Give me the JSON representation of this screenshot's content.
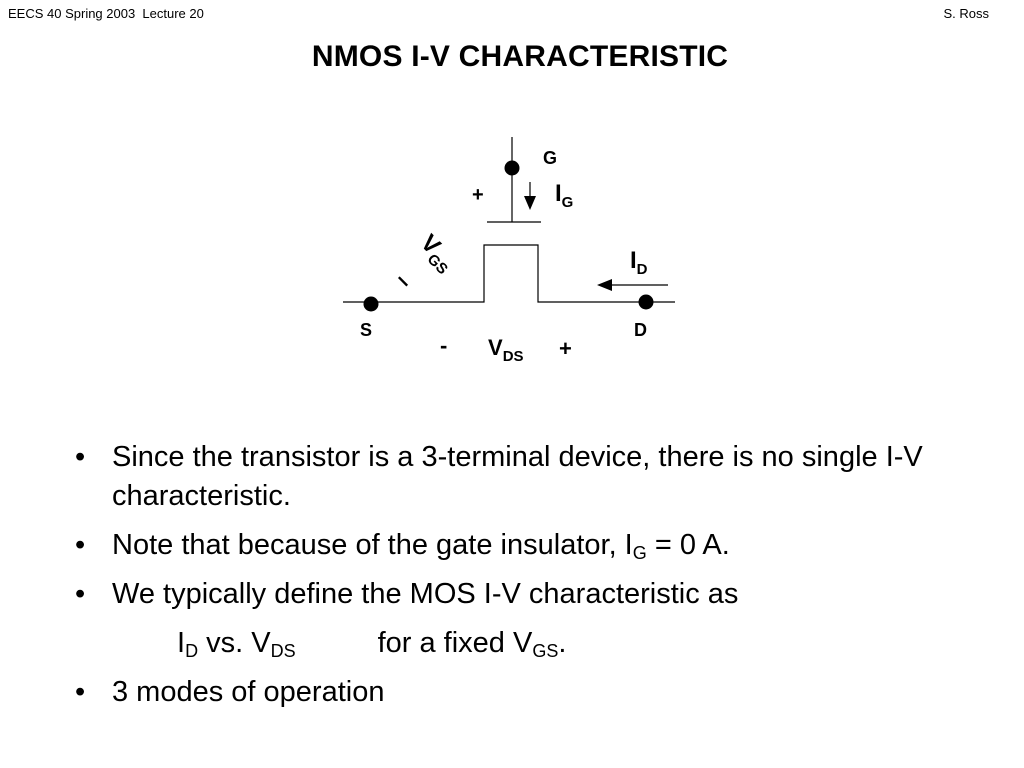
{
  "header": {
    "left": "EECS 40 Spring 2003  Lecture 20",
    "right": "S. Ross"
  },
  "title": "NMOS I-V CHARACTERISTIC",
  "diagram": {
    "gate_label": "G",
    "source_label": "S",
    "drain_label": "D",
    "ig_main": "I",
    "ig_sub": "G",
    "id_main": "I",
    "id_sub": "D",
    "vgs_main": "V",
    "vgs_sub": "GS",
    "vgs_plus": "+",
    "vgs_minus": "–",
    "vds_main": "V",
    "vds_sub": "DS",
    "vds_minus": "-",
    "vds_plus": "+"
  },
  "bullets": {
    "b1": "Since the transistor is a 3-terminal device, there is no single I-V characteristic.",
    "b2_pre": "Note that because of the gate insulator, I",
    "b2_sub": "G",
    "b2_post": " = 0 A.",
    "b3": "We typically define the MOS I-V characteristic as",
    "b3_line2": {
      "id": "I",
      "id_sub": "D",
      "vs": " vs. V",
      "vds_sub": "DS",
      "for": "for a fixed V",
      "vgs_sub": "GS",
      "end": "."
    },
    "b4": "3 modes of operation"
  }
}
